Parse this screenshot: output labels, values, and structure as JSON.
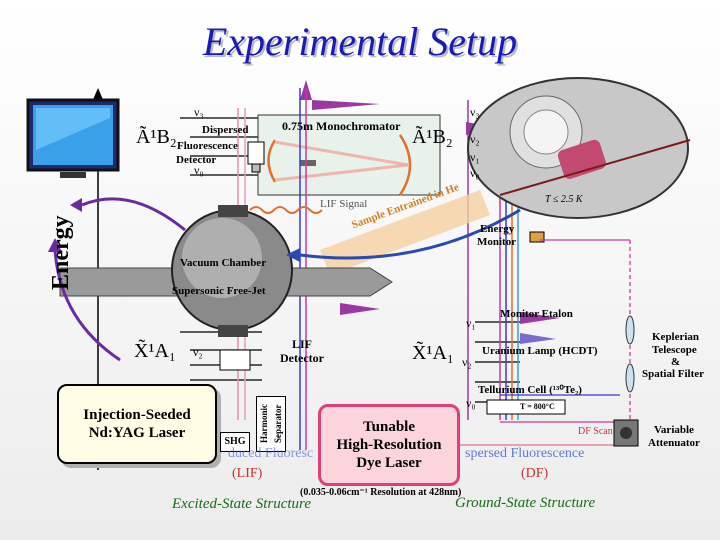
{
  "title": "Experimental Setup",
  "axis": {
    "energy": "Energy"
  },
  "labels": {
    "monochromator": "0.75m Monochromator",
    "dispersed_detector_1": "Dispersed",
    "dispersed_detector_2": "Fluorescence",
    "dispersed_detector_3": "Detector",
    "lif_signal": "LIF Signal",
    "sample": "Sample Entrained in He",
    "temperature": "T ≤ 2.5 K",
    "energy_monitor_1": "Energy",
    "energy_monitor_2": "Monitor",
    "vacuum_chamber": "Vacuum Chamber",
    "free_jet": "Supersonic Free-Jet",
    "lif_detector_1": "LIF",
    "lif_detector_2": "Detector",
    "monitor_etalon": "Monitor Etalon",
    "uranium_lamp": "Uranium Lamp (HCDT)",
    "tellurium_cell": "Tellurium Cell (¹³⁰Te₂)",
    "cell_temp": "T = 800°C",
    "df_scan": "DF Scan",
    "keplerian_1": "Keplerian",
    "keplerian_2": "Telescope",
    "keplerian_3": "&",
    "keplerian_4": "Spatial Filter",
    "attenuator_1": "Variable",
    "attenuator_2": "Attenuator",
    "yag_1": "Injection-Seeded",
    "yag_2": "Nd:YAG Laser",
    "shg": "SHG",
    "harmonic": "Harmonic Separator",
    "dye_1": "Tunable",
    "dye_2": "High-Resolution",
    "dye_3": "Dye Laser",
    "lif_caption": "(LIF)",
    "df_caption": "(DF)",
    "resolution": "(0.035-0.06cm⁻¹ Resolution at 428nm)",
    "excited_structure": "Excited-State Structure",
    "ground_structure": "Ground-State Structure",
    "lif_partial": "duced Fluoresc",
    "df_partial": "spersed Fluorescence"
  },
  "states": {
    "b_left": "Ã¹B₂",
    "b_right": "Ã¹B₂",
    "x_left": "X̃¹A₁",
    "x_right": "X̃¹A₁"
  },
  "levels": {
    "nu3": "ν₃",
    "nu2": "ν₂",
    "nu1": "ν₁",
    "nu0": "ν₀"
  },
  "colors": {
    "title": "#1a1ab4",
    "lif": "#c83232",
    "df": "#c83232",
    "structure": "#1a6b1a",
    "dye_border": "#e0407a",
    "purple_arrow": "#6a2aa0",
    "blue_arrow": "#2a4ab0"
  }
}
